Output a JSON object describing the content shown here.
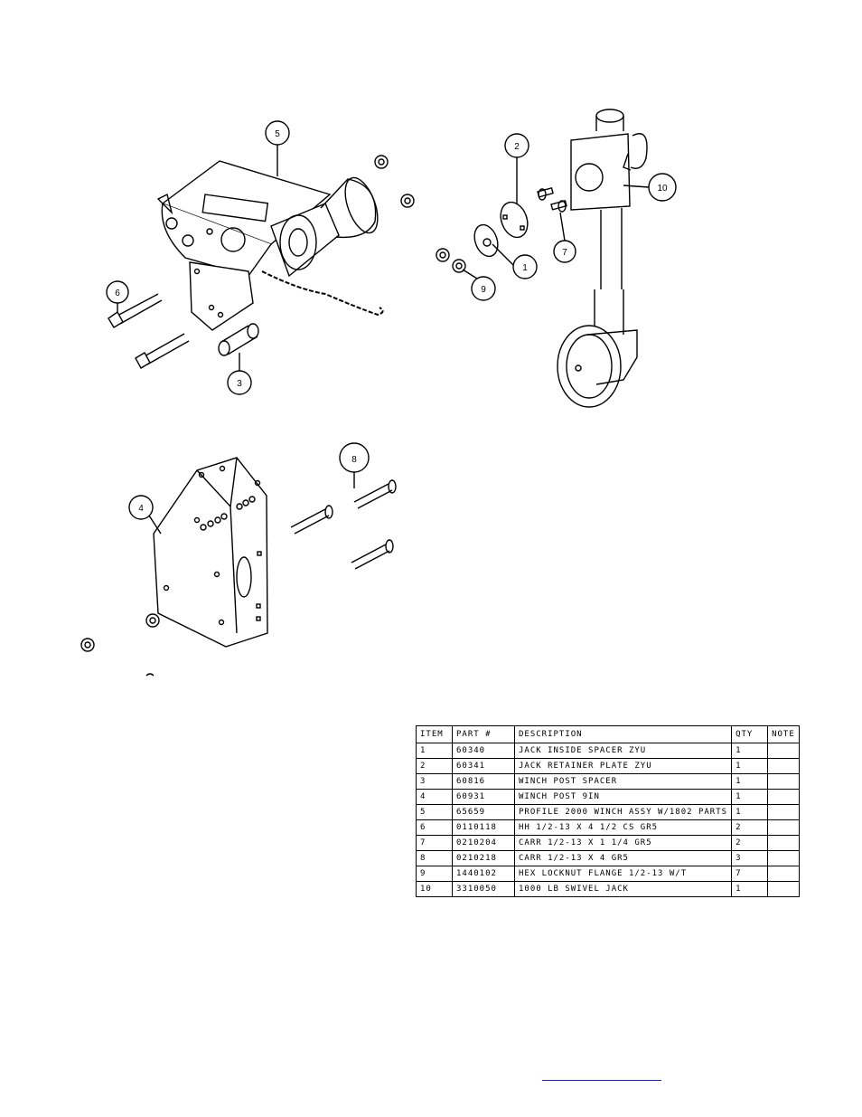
{
  "callouts": {
    "c1": "1",
    "c2": "2",
    "c3": "3",
    "c4": "4",
    "c5": "5",
    "c6": "6",
    "c7": "7",
    "c8": "8",
    "c9": "9",
    "c10": "10"
  },
  "bom": {
    "headers": {
      "item": "ITEM",
      "part": "PART #",
      "description": "DESCRIPTION",
      "qty": "QTY",
      "note": "NOTE"
    },
    "rows": [
      {
        "item": "1",
        "part": "60340",
        "description": "JACK INSIDE SPACER ZYU",
        "qty": "1",
        "note": ""
      },
      {
        "item": "2",
        "part": "60341",
        "description": "JACK RETAINER PLATE ZYU",
        "qty": "1",
        "note": ""
      },
      {
        "item": "3",
        "part": "60816",
        "description": "WINCH POST SPACER",
        "qty": "1",
        "note": ""
      },
      {
        "item": "4",
        "part": "60931",
        "description": "WINCH POST 9IN",
        "qty": "1",
        "note": ""
      },
      {
        "item": "5",
        "part": "65659",
        "description": "PROFILE 2000 WINCH ASSY W/1802 PARTS",
        "qty": "1",
        "note": ""
      },
      {
        "item": "6",
        "part": "0110118",
        "description": "HH 1/2-13 X 4 1/2 CS GR5",
        "qty": "2",
        "note": ""
      },
      {
        "item": "7",
        "part": "0210204",
        "description": "CARR 1/2-13 X 1 1/4 GR5",
        "qty": "2",
        "note": ""
      },
      {
        "item": "8",
        "part": "0210218",
        "description": "CARR 1/2-13 X 4 GR5",
        "qty": "3",
        "note": ""
      },
      {
        "item": "9",
        "part": "1440102",
        "description": "HEX LOCKNUT FLANGE 1/2-13 W/T",
        "qty": "7",
        "note": ""
      },
      {
        "item": "10",
        "part": "3310050",
        "description": "1000 LB SWIVEL JACK",
        "qty": "1",
        "note": ""
      }
    ]
  },
  "footer": {
    "link_text": ""
  }
}
